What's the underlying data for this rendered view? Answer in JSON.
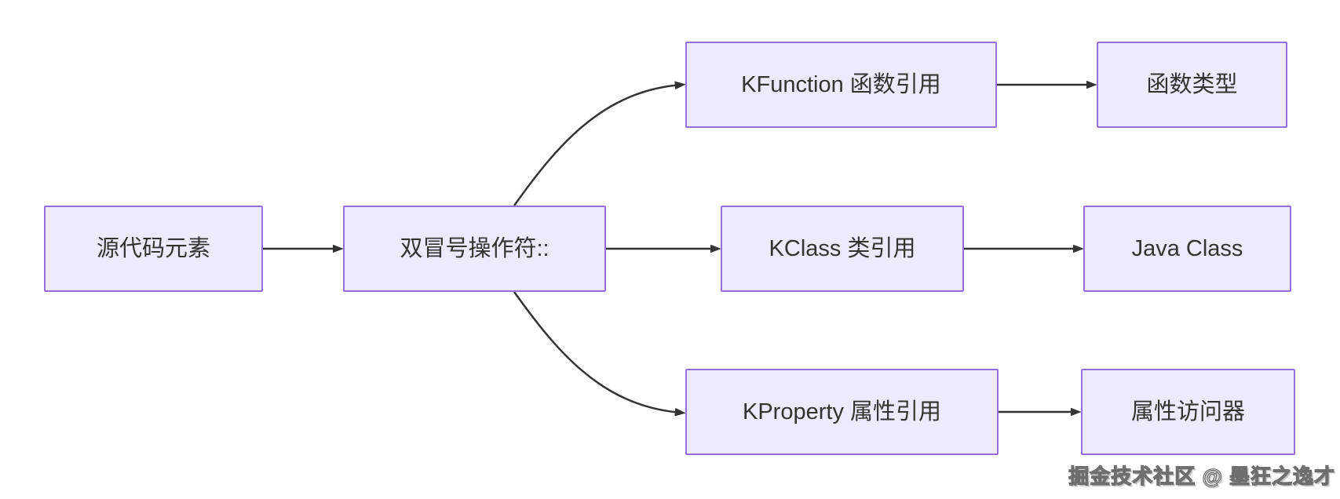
{
  "diagram": {
    "type": "flowchart-left-to-right",
    "nodes": {
      "source": {
        "label": "源代码元素"
      },
      "operator": {
        "label": "双冒号操作符::"
      },
      "kfunction": {
        "label": "KFunction 函数引用"
      },
      "ftype": {
        "label": "函数类型"
      },
      "kclass": {
        "label": "KClass 类引用"
      },
      "javaclass": {
        "label": "Java Class"
      },
      "kproperty": {
        "label": "KProperty 属性引用"
      },
      "paccessor": {
        "label": "属性访问器"
      }
    },
    "edges": [
      {
        "from": "source",
        "to": "operator"
      },
      {
        "from": "operator",
        "to": "kfunction"
      },
      {
        "from": "operator",
        "to": "kclass"
      },
      {
        "from": "operator",
        "to": "kproperty"
      },
      {
        "from": "kfunction",
        "to": "ftype"
      },
      {
        "from": "kclass",
        "to": "javaclass"
      },
      {
        "from": "kproperty",
        "to": "paccessor"
      }
    ],
    "colors": {
      "node_fill": "#ECEAFB",
      "node_border": "#9370DB",
      "arrow": "#333333",
      "text": "#333333",
      "background": "#FFFFFF"
    }
  },
  "watermark": {
    "text": "掘金技术社区 @ 墨狂之逸才"
  }
}
